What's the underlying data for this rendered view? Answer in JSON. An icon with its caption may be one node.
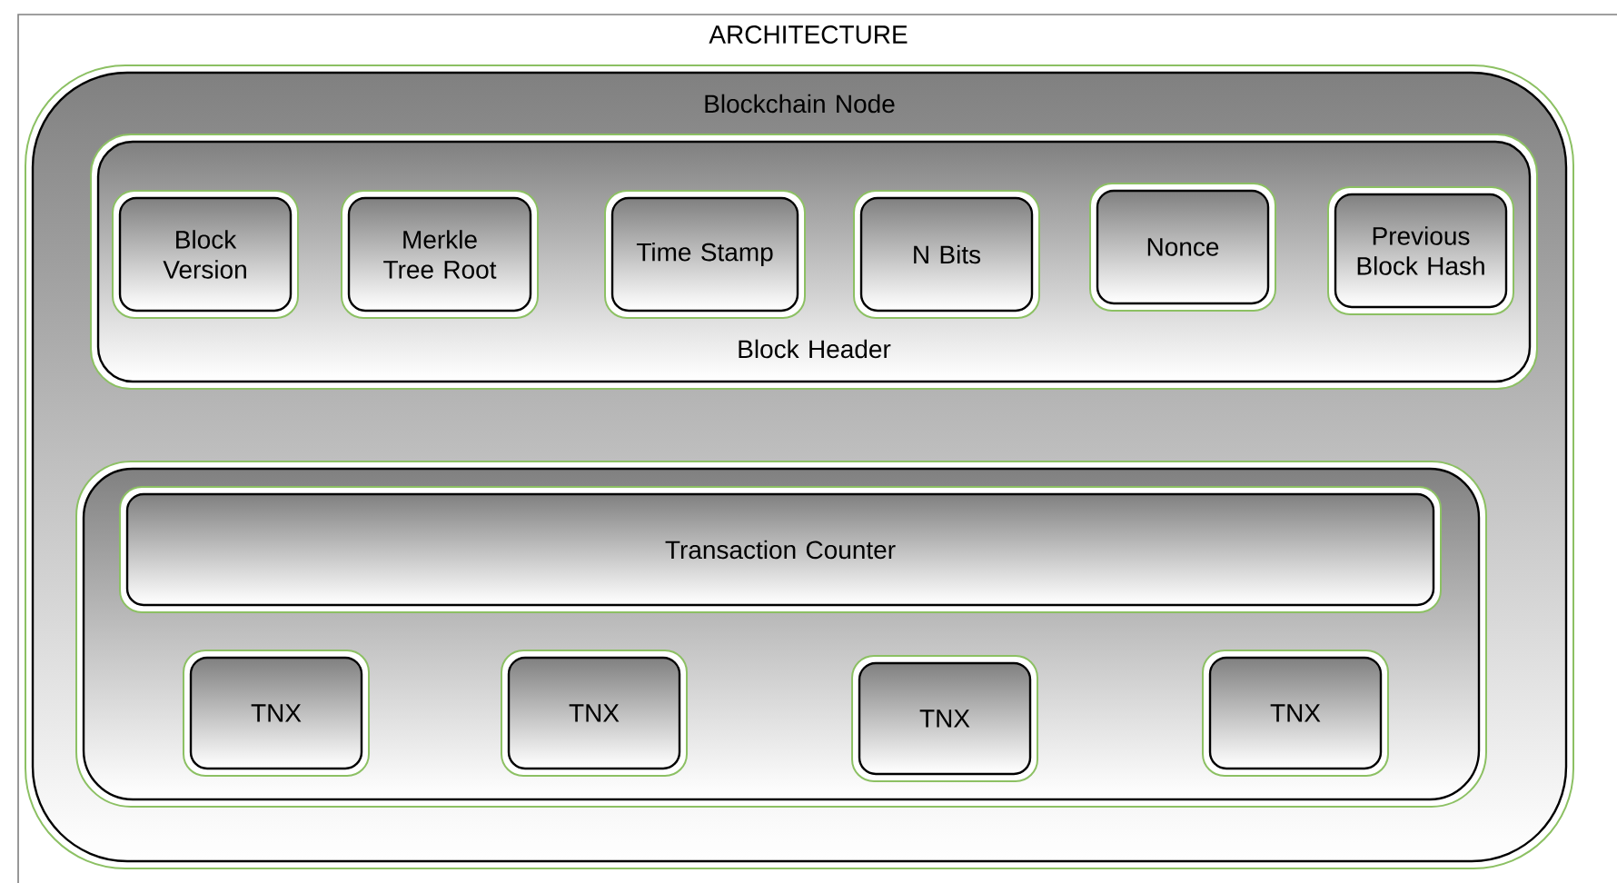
{
  "diagram": {
    "title": "ARCHITECTURE",
    "nodes": [
      {
        "text": [
          "Blockchain Node"
        ]
      },
      {
        "text": [
          "Block Header"
        ],
        "in": 0
      },
      {
        "text": [
          "Block Version"
        ],
        "in": 1
      },
      {
        "text": [
          "Merkle Tree Root"
        ],
        "in": 1
      },
      {
        "text": [
          "Time Stamp"
        ],
        "in": 1
      },
      {
        "text": [
          "N Bits"
        ],
        "in": 1
      },
      {
        "text": [
          "Nonce"
        ],
        "in": 1
      },
      {
        "text": [
          "Previous Block Hash"
        ],
        "in": 1
      },
      {
        "text": [],
        "shape": "box",
        "in": 0
      },
      {
        "text": [
          "Transaction Counter"
        ],
        "in": 8
      },
      {
        "text": [
          "TNX"
        ],
        "in": 8
      },
      {
        "text": [
          "TNX"
        ],
        "in": 8
      },
      {
        "text": [
          "TNX"
        ],
        "in": 8
      },
      {
        "text": [
          "TNX"
        ],
        "in": 8
      }
    ]
  }
}
